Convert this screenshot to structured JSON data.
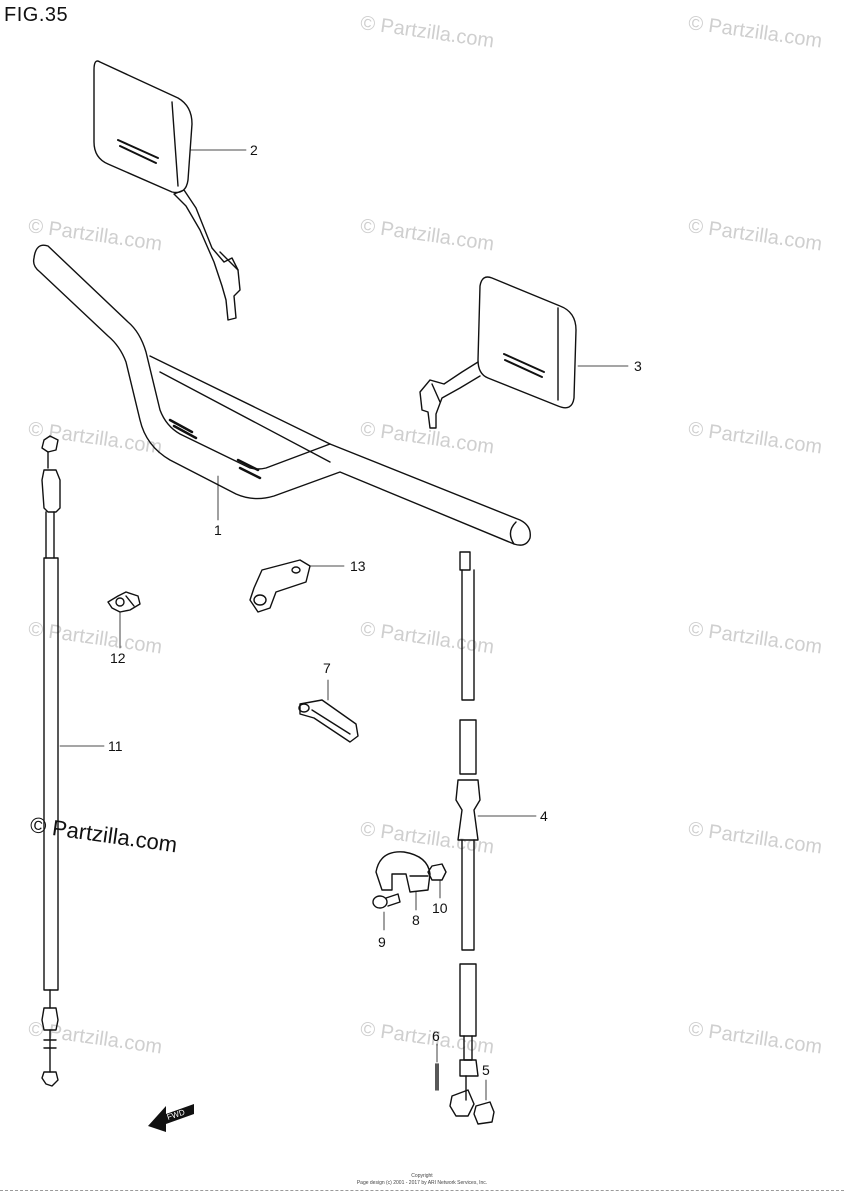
{
  "figure": {
    "title": "FIG.35"
  },
  "watermark": {
    "text": "© Partzilla.com"
  },
  "callouts": {
    "c1": "1",
    "c2": "2",
    "c3": "3",
    "c4": "4",
    "c5": "5",
    "c6": "6",
    "c7": "7",
    "c8": "8",
    "c9": "9",
    "c10": "10",
    "c11": "11",
    "c12": "12",
    "c13": "13"
  },
  "badge": {
    "fwd": "FWD"
  },
  "footer": {
    "line1": "Copyright",
    "line2": "Page design (c) 2001 - 2017 by ARI Network Services, Inc."
  }
}
